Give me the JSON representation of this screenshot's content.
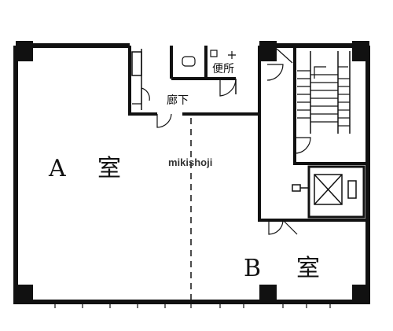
{
  "plan": {
    "room_a_letter": "A",
    "room_a_kanji": "室",
    "room_b_letter": "B",
    "room_b_kanji": "室",
    "toilet_label": "便所",
    "corridor_label": "廊下",
    "watermark": "mikishoji"
  }
}
